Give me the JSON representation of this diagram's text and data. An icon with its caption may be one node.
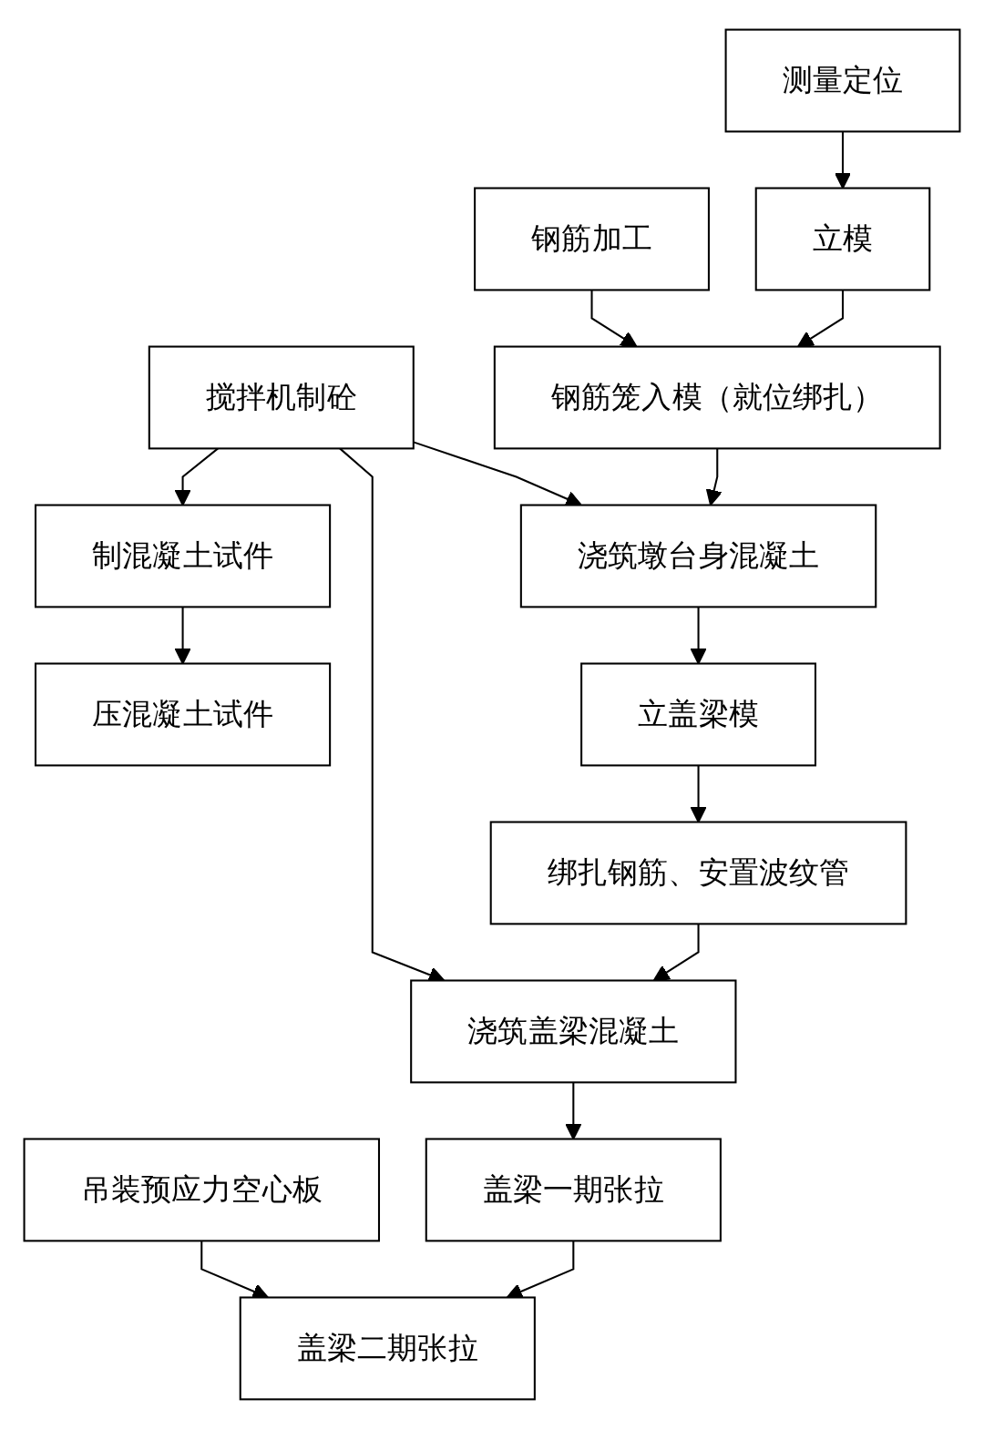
{
  "diagram": {
    "nodes": [
      {
        "text": [
          "钢筋加工"
        ]
      },
      {
        "text": [
          "搅拌机制砼"
        ]
      },
      {
        "text": [
          "制混凝土试件"
        ]
      },
      {
        "text": [
          "压混凝土试件"
        ]
      },
      {
        "text": [
          "吊装预应力空心板"
        ]
      },
      {
        "text": [
          "测量定位"
        ]
      },
      {
        "text": [
          "立模"
        ]
      },
      {
        "text": [
          "钢筋笼入模（就位绑扎）"
        ]
      },
      {
        "text": [
          "浇筑墩台身混凝土"
        ]
      },
      {
        "text": [
          "立盖梁模"
        ]
      },
      {
        "text": [
          "绑扎钢筋、安置波纹管"
        ]
      },
      {
        "text": [
          "浇筑盖梁混凝土"
        ]
      },
      {
        "text": [
          "盖梁一期张拉"
        ]
      },
      {
        "text": [
          "盖梁二期张拉"
        ]
      }
    ],
    "edges": [
      {
        "from": 5,
        "to": 6,
        "arrow": "to"
      },
      {
        "from": 6,
        "to": 7,
        "arrow": "to"
      },
      {
        "from": 0,
        "to": 7,
        "arrow": "to"
      },
      {
        "from": 7,
        "to": 8,
        "arrow": "to"
      },
      {
        "from": 1,
        "to": 8,
        "arrow": "to"
      },
      {
        "from": 8,
        "to": 9,
        "arrow": "to"
      },
      {
        "from": 9,
        "to": 10,
        "arrow": "to"
      },
      {
        "from": 10,
        "to": 11,
        "arrow": "to"
      },
      {
        "from": 1,
        "to": 11,
        "arrow": "to"
      },
      {
        "from": 11,
        "to": 12,
        "arrow": "to"
      },
      {
        "from": 12,
        "to": 13,
        "arrow": "to"
      },
      {
        "from": 4,
        "to": 13,
        "arrow": "to"
      },
      {
        "from": 1,
        "to": 2,
        "arrow": "to"
      },
      {
        "from": 2,
        "to": 3,
        "arrow": "to"
      }
    ]
  }
}
